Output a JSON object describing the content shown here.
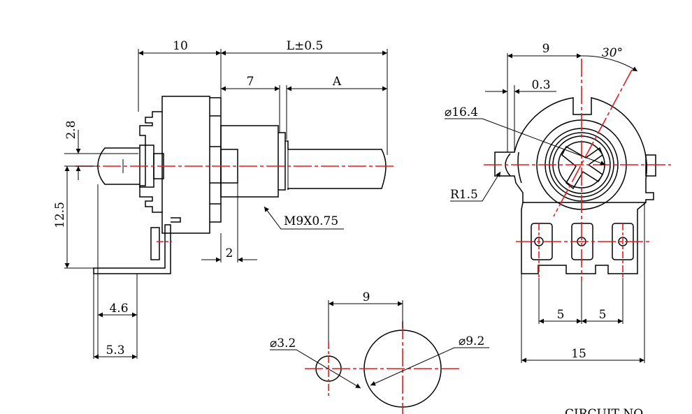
{
  "side_view": {
    "dims": {
      "d10": "10",
      "length": "L±0.5",
      "d7": "7",
      "shaft_a": "A",
      "d2_8": "2.8",
      "d12_5": "12.5",
      "thread": "M9X0.75",
      "d2": "2",
      "d4_6": "4.6",
      "d5_3": "5.3"
    }
  },
  "front_view": {
    "dims": {
      "d9": "9",
      "angle": "30°",
      "d0_3": "0.3",
      "dia16_4": "⌀16.4",
      "r1_5": "R1.5",
      "pitch_left": "5",
      "pitch_right": "5",
      "width": "15"
    }
  },
  "mount_holes": {
    "dims": {
      "spacing": "9",
      "dia3_2": "⌀3.2",
      "dia9_2": "⌀9.2"
    }
  },
  "circuit_label": "CIRCUIT NO"
}
